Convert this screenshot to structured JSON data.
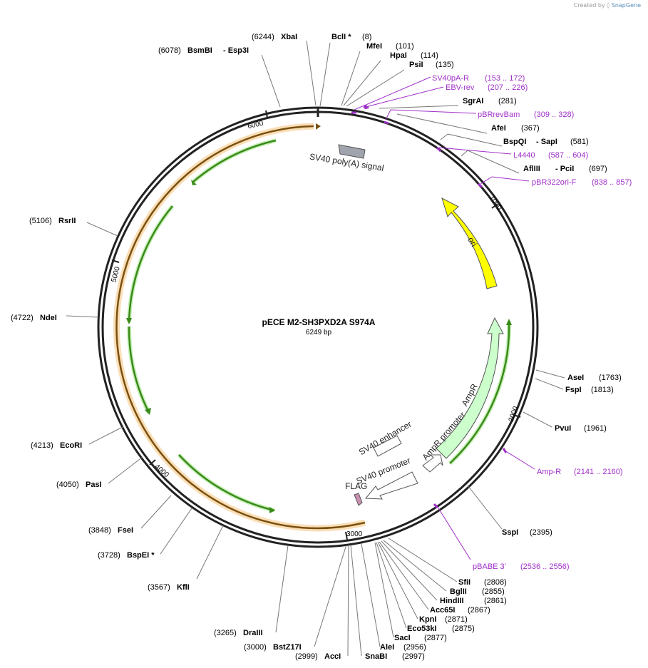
{
  "watermark": {
    "prefix": "Created by",
    "brand": "SnapGene"
  },
  "plasmid": {
    "name": "pECE M2-SH3PXD2A S974A",
    "length_label": "6249 bp",
    "length": 6249
  },
  "ticks": [
    "1000",
    "2000",
    "3000",
    "4000",
    "5000",
    "6000"
  ],
  "enzymes": [
    {
      "name": "BclI *",
      "pos": "(8)"
    },
    {
      "name": "MfeI",
      "pos": "(101)"
    },
    {
      "name": "HpaI",
      "pos": "(114)"
    },
    {
      "name": "PsiI",
      "pos": "(135)"
    },
    {
      "name": "SgrAI",
      "pos": "(281)"
    },
    {
      "name": "AfeI",
      "pos": "(367)"
    },
    {
      "name": "BspQI",
      "extra": "- SapI",
      "pos": "(581)"
    },
    {
      "name": "AflIII",
      "extra": "- PciI",
      "pos": "(697)"
    },
    {
      "name": "AseI",
      "pos": "(1763)"
    },
    {
      "name": "FspI",
      "pos": "(1813)"
    },
    {
      "name": "PvuI",
      "pos": "(1961)"
    },
    {
      "name": "SspI",
      "pos": "(2395)"
    },
    {
      "name": "SfiI",
      "pos": "(2808)"
    },
    {
      "name": "BglII",
      "pos": "(2855)"
    },
    {
      "name": "HindIII",
      "pos": "(2861)"
    },
    {
      "name": "Acc65I",
      "pos": "(2867)"
    },
    {
      "name": "KpnI",
      "pos": "(2871)"
    },
    {
      "name": "Eco53kI",
      "pos": "(2875)"
    },
    {
      "name": "SacI",
      "pos": "(2877)"
    },
    {
      "name": "AleI",
      "pos": "(2956)"
    },
    {
      "name": "SnaBI",
      "pos": "(2997)"
    },
    {
      "name": "AccI",
      "pos": "(2999)"
    },
    {
      "name": "BstZ17I",
      "pos": "(3000)"
    },
    {
      "name": "DraIII",
      "pos": "(3265)"
    },
    {
      "name": "KflI",
      "pos": "(3567)"
    },
    {
      "name": "BspEI *",
      "pos": "(3728)"
    },
    {
      "name": "FseI",
      "pos": "(3848)"
    },
    {
      "name": "PasI",
      "pos": "(4050)"
    },
    {
      "name": "EcoRI",
      "pos": "(4213)"
    },
    {
      "name": "NdeI",
      "pos": "(4722)"
    },
    {
      "name": "RsrII",
      "pos": "(5106)"
    },
    {
      "name": "BsmBI",
      "extra": "- Esp3I",
      "pos": "(6078)"
    },
    {
      "name": "XbaI",
      "pos": "(6244)"
    }
  ],
  "primers": [
    {
      "name": "SV40pA-R",
      "range": "(153 .. 172)"
    },
    {
      "name": "EBV-rev",
      "range": "(207 .. 226)"
    },
    {
      "name": "pBRrevBam",
      "range": "(309 .. 328)"
    },
    {
      "name": "L4440",
      "range": "(587 .. 604)"
    },
    {
      "name": "pBR322ori-F",
      "range": "(838 .. 857)"
    },
    {
      "name": "Amp-R",
      "range": "(2141 .. 2160)"
    },
    {
      "name": "pBABE 3'",
      "range": "(2536 .. 2556)"
    }
  ],
  "features": [
    {
      "name": "SV40 poly(A) signal"
    },
    {
      "name": "ori"
    },
    {
      "name": "AmpR"
    },
    {
      "name": "AmpR promoter"
    },
    {
      "name": "SV40 enhancer"
    },
    {
      "name": "SV40 promoter"
    },
    {
      "name": "FLAG"
    }
  ],
  "colors": {
    "backbone": "#222222",
    "ori": "#ffff00",
    "ampr": "#ccffcc",
    "orf_line": "#3a8a1a",
    "insert_band": "#f0a030",
    "primer": "#a030c8",
    "flag": "#c890b0",
    "polya": "#a0a4ac"
  }
}
